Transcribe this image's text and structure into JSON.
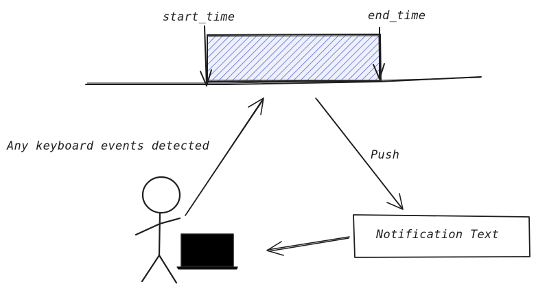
{
  "labels": {
    "start_time": "start_time",
    "end_time": "end_time",
    "keyboard_events": "Any keyboard events detected",
    "push": "Push",
    "notification_text": "Notification Text"
  },
  "colors": {
    "ink": "#1e1e1e",
    "hatch": "#4a5bc4",
    "hatch_bg": "#eef0fb",
    "laptop_screen": "#000000"
  },
  "icons": [
    "stick-figure-user-icon",
    "laptop-icon"
  ]
}
